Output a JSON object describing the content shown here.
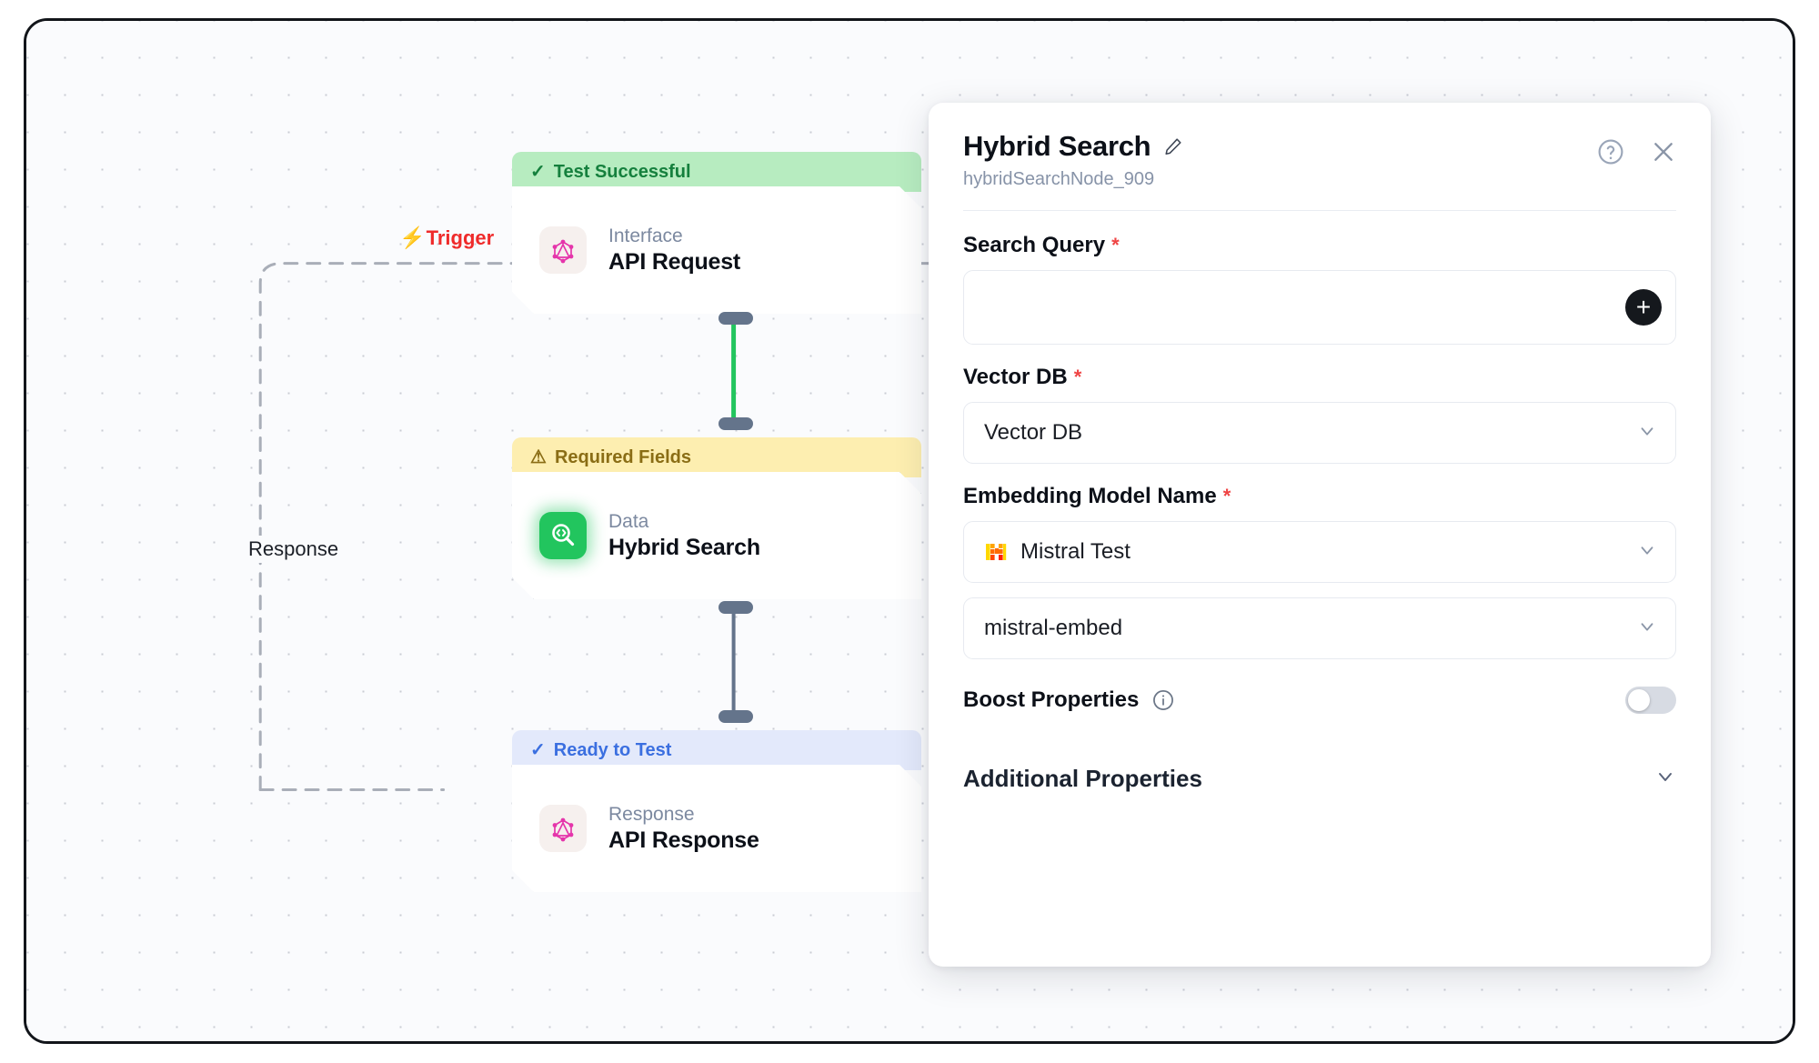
{
  "canvas": {
    "edges": [
      {
        "name": "trigger",
        "label": "Trigger",
        "icon": "lightning-bolt-icon",
        "color": "#ef2b2b"
      },
      {
        "name": "response",
        "label": "Response",
        "icon": "",
        "color": "#1b1f27"
      }
    ]
  },
  "nodes": [
    {
      "id": "api-request",
      "status": "Test Successful",
      "status_icon": "check-icon",
      "status_type": "success",
      "kind": "Interface",
      "title": "API Request",
      "icon": "graphql-icon",
      "selected": false
    },
    {
      "id": "hybrid-search",
      "status": "Required Fields",
      "status_icon": "warning-triangle-icon",
      "status_type": "warn",
      "kind": "Data",
      "title": "Hybrid Search",
      "icon": "hybrid-search-icon",
      "selected": true
    },
    {
      "id": "api-response",
      "status": "Ready to Test",
      "status_icon": "check-icon",
      "status_type": "info",
      "kind": "Response",
      "title": "API Response",
      "icon": "graphql-icon",
      "selected": false
    }
  ],
  "panel": {
    "title": "Hybrid Search",
    "edit_icon": "pencil-icon",
    "subtitle": "hybridSearchNode_909",
    "help_icon": "help-circle-icon",
    "close_icon": "close-icon",
    "fields": {
      "search_query": {
        "label": "Search Query",
        "required": "*",
        "value": "",
        "placeholder": "",
        "add_button": "+"
      },
      "vector_db": {
        "label": "Vector DB",
        "required": "*",
        "value": "Vector DB",
        "chevron": "chevron-down-icon"
      },
      "embedding_model_name": {
        "label": "Embedding Model Name",
        "required": "*",
        "provider_value": "Mistral Test",
        "provider_icon": "mistral-logo-icon",
        "model_value": "mistral-embed",
        "chevron": "chevron-down-icon"
      },
      "boost_properties": {
        "label": "Boost Properties",
        "info_icon": "info-circle-icon",
        "enabled": false
      },
      "additional_properties": {
        "label": "Additional Properties",
        "chevron": "chevron-down-icon"
      }
    }
  },
  "colors": {
    "success_bg": "#b7ecc0",
    "success_text": "#15803d",
    "warn_bg": "#fdeeb0",
    "warn_text": "#8a6d15",
    "info_bg": "#e3e9fb",
    "info_text": "#3b6fe0",
    "required": "#ef4444",
    "edge_active": "#22c55e",
    "edge_idle": "#64748b",
    "accent_dark": "#15181d"
  }
}
